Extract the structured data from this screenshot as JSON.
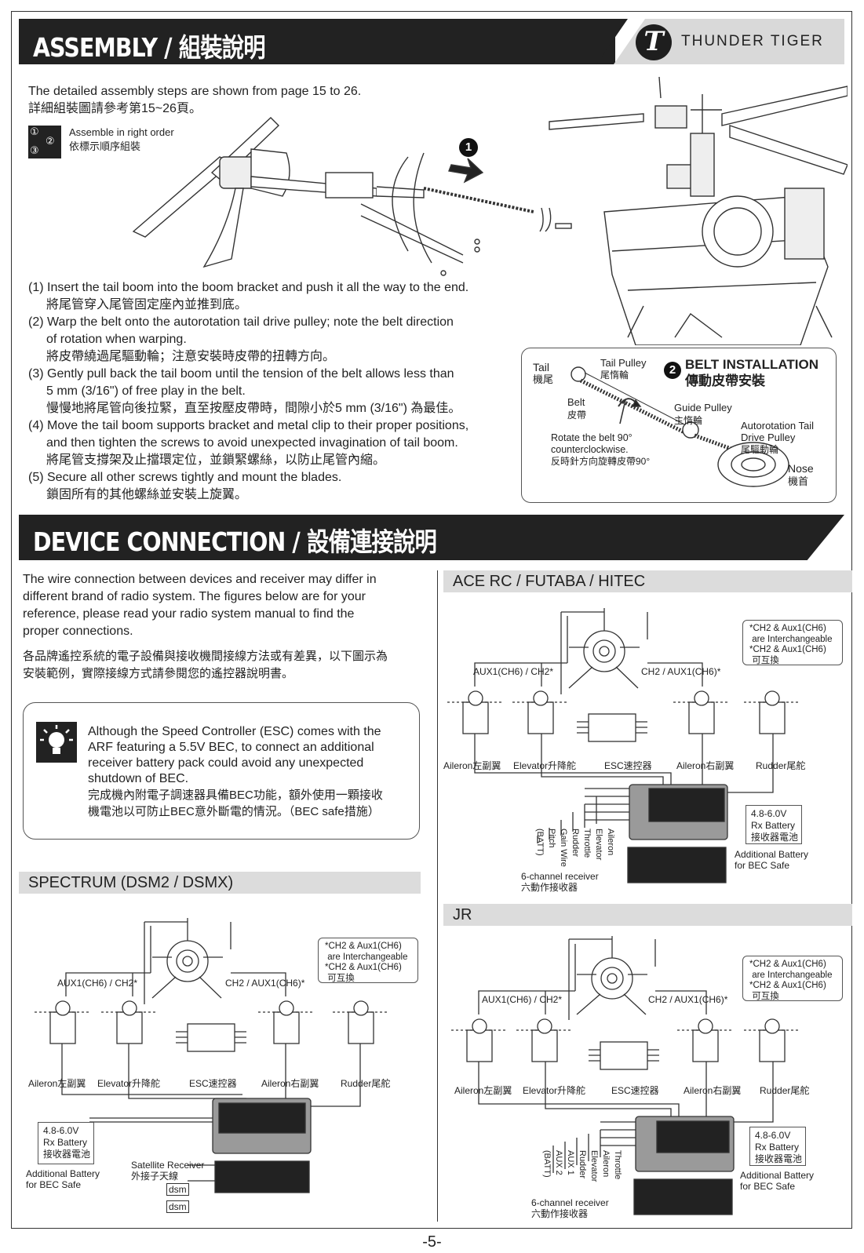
{
  "header": {
    "assembly_title": "ASSEMBLY / 組裝說明",
    "brand": "THUNDER TIGER",
    "brand_mark": "T"
  },
  "assembly": {
    "intro_en": "The detailed assembly steps are shown from page 15 to 26.",
    "intro_zh": "詳細組裝圖請參考第15~26頁。",
    "order_en": "Assemble in right order",
    "order_zh": "依標示順序組裝",
    "order_marks": [
      "①",
      "②",
      "③"
    ],
    "step_badge": "1",
    "steps": [
      {
        "en": "(1) Insert the tail boom into the boom bracket and push it all the way to the end.",
        "zh": "將尾管穿入尾管固定座內並推到底。"
      },
      {
        "en": "(2) Warp the belt onto the autorotation tail drive pulley; note the belt direction",
        "en2": "of rotation when warping.",
        "zh": "將皮帶繞過尾驅動輪；注意安裝時皮帶的扭轉方向。"
      },
      {
        "en": "(3) Gently pull back the tail boom until the tension of the belt allows less than",
        "en2": "5 mm (3/16\") of free play in the belt.",
        "zh": "慢慢地將尾管向後拉緊，直至按壓皮帶時，間隙小於5 mm (3/16\") 為最佳。"
      },
      {
        "en": "(4) Move the tail boom supports bracket and metal clip to their proper positions,",
        "en2": "and then tighten the screws to avoid unexpected invagination of tail boom.",
        "zh": "將尾管支撐架及止擋環定位，並鎖緊螺絲，以防止尾管內縮。"
      },
      {
        "en": "(5) Secure all other screws tightly and mount the blades.",
        "zh": "鎖固所有的其他螺絲並安裝上旋翼。"
      }
    ]
  },
  "belt_install": {
    "badge": "2",
    "title_en": "BELT INSTALLATION",
    "title_zh": "傳動皮帶安裝",
    "tail_en": "Tail",
    "tail_zh": "機尾",
    "tail_pulley_en": "Tail Pulley",
    "tail_pulley_zh": "尾惰輪",
    "belt_en": "Belt",
    "belt_zh": "皮帶",
    "guide_en": "Guide Pulley",
    "guide_zh": "主惰輪",
    "auto_en1": "Autorotation Tail",
    "auto_en2": "Drive Pulley",
    "auto_zh": "尾驅動輪",
    "rotate_en1": "Rotate the belt 90°",
    "rotate_en2": "counterclockwise.",
    "rotate_zh": "反時針方向旋轉皮帶90°",
    "nose_en": "Nose",
    "nose_zh": "機首"
  },
  "device": {
    "title": "DEVICE CONNECTION / 設備連接說明",
    "intro_en": [
      "The wire connection between devices and receiver may differ in",
      "different brand of radio system. The figures below are for your",
      "reference, please read your radio system manual to find the",
      "proper connections."
    ],
    "intro_zh": [
      "各品牌遙控系統的電子設備與接收機間接線方法或有差異，以下圖示為",
      "安裝範例，實際接線方式請參閱您的遙控器說明書。"
    ],
    "tip_en": [
      "Although the Speed Controller (ESC) comes with the",
      "ARF featuring a 5.5V BEC, to connect an additional",
      "receiver battery pack could avoid any unexpected",
      "shutdown of BEC."
    ],
    "tip_zh": [
      "完成機內附電子調速器具備BEC功能，額外使用一顆接收",
      "機電池以可防止BEC意外斷電的情況。（BEC safe措施）"
    ]
  },
  "common": {
    "aux_left": "AUX1(CH6) / CH2*",
    "aux_right": "CH2 / AUX1(CH6)*",
    "note": "*CH2 & Aux1(CH6)\n are Interchangeable\n*CH2 & Aux1(CH6)\n 可互換",
    "aileron_l": "Aileron左副翼",
    "elevator": "Elevator升降舵",
    "esc": "ESC速控器",
    "aileron_r": "Aileron右副翼",
    "rudder": "Rudder尾舵",
    "battery": "4.8-6.0V\nRx Battery\n接收器電池",
    "battery_add1": "Additional Battery",
    "battery_add2": "for BEC Safe",
    "six_ch_en": "6-channel receiver",
    "six_ch_zh": "六動作接收器"
  },
  "spectrum": {
    "title": "SPECTRUM (DSM2 / DSMX)",
    "satellite_en": "Satellite Receiver",
    "satellite_zh": "外接子天線",
    "dsm": "dsm"
  },
  "futaba": {
    "title": "ACE RC / FUTABA / HITEC",
    "channels": [
      "Aileron",
      "Elevator",
      "Throttle",
      "Rudder",
      "Gain Wire",
      "Pitch",
      "(BATT)"
    ]
  },
  "jr": {
    "title": "JR",
    "channels": [
      "Throttle",
      "Aileron",
      "Elevator",
      "Rudder",
      "AUX 1",
      "AUX 2",
      "(BATT)"
    ]
  },
  "page_number": "-5-"
}
